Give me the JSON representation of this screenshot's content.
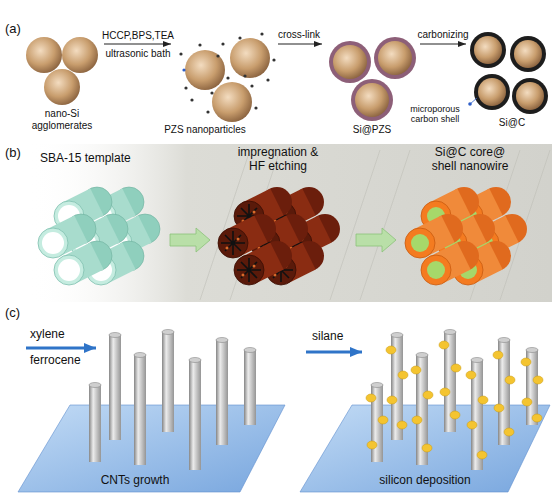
{
  "diagram": {
    "labels": [
      "(a)",
      "HCCP,BPS,TEA",
      "ultrasonic bath",
      "cross-link",
      "carbonizing",
      "nano-Si agglomerates",
      "PZS nanoparticles",
      "Si@PZS",
      "microporous carbon shell",
      "Si@C",
      "(b)",
      "SBA-15 template",
      "impregnation & HF etching",
      "Si@C core@ shell nanowire",
      "(c)",
      "xylene",
      "ferrocene",
      "silane",
      "CNTs growth",
      "silicon deposition"
    ]
  }
}
